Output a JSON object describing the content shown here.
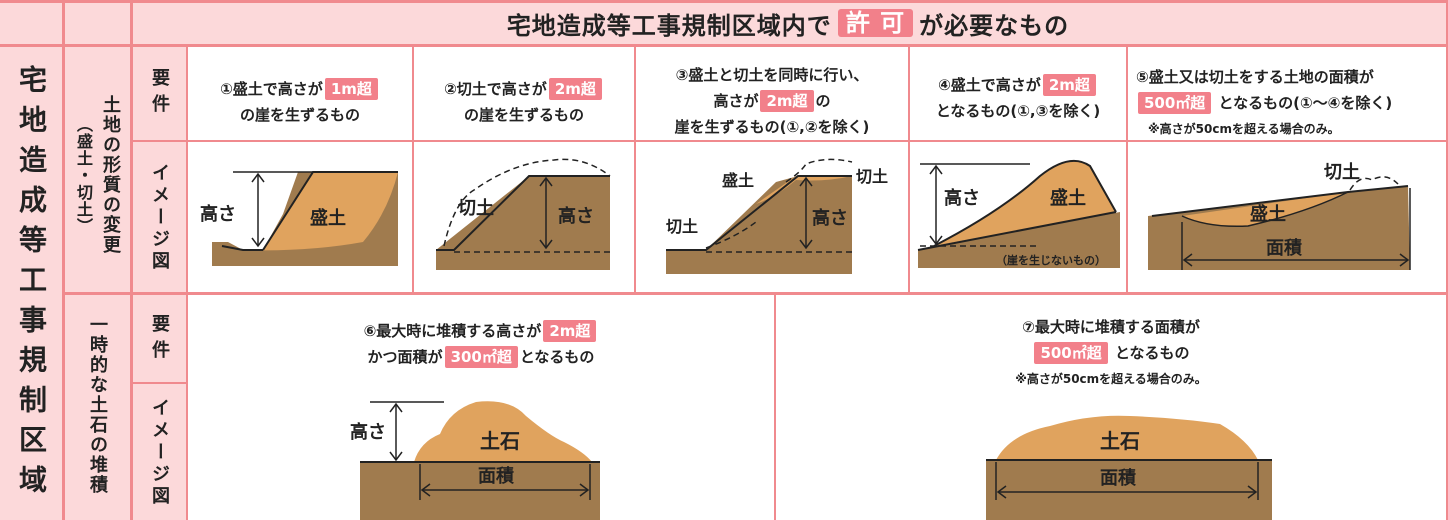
{
  "header": {
    "title_before": "宅地造成等工事規制区域内で",
    "title_badge": "許 可",
    "title_after": "が必要なもの"
  },
  "left_label": "宅地造成等工事規制区域",
  "group_a": {
    "label_main": "土地の形質の変更",
    "label_sub": "（盛土・切土）"
  },
  "group_b": {
    "label": "一時的な土石の堆積"
  },
  "row_labels": {
    "req": "要件",
    "img": "イメージ図"
  },
  "items": [
    {
      "id": "1",
      "l1_pre": "①盛土で高さが",
      "badge": "1m超",
      "l2": "の崖を生ずるもの",
      "diagram": {
        "h": "高さ",
        "m": "盛土"
      }
    },
    {
      "id": "2",
      "l1_pre": "②切土で高さが",
      "badge": "2m超",
      "l2": "の崖を生ずるもの",
      "diagram": {
        "h": "高さ",
        "k": "切土"
      }
    },
    {
      "id": "3",
      "l1": "③盛土と切土を同時に行い、",
      "l2_pre": "高さが",
      "badge": "2m超",
      "l2_post": "の",
      "l3": "崖を生ずるもの(①,②を除く)",
      "diagram": {
        "m": "盛土",
        "k1": "切土",
        "k2": "切土",
        "h": "高さ"
      }
    },
    {
      "id": "4",
      "l1_pre": "④盛土で高さが",
      "badge": "2m超",
      "l2": "となるもの(①,③を除く)",
      "diagram": {
        "h": "高さ",
        "m": "盛土",
        "note": "（崖を生じないもの）"
      }
    },
    {
      "id": "5",
      "l1": "⑤盛土又は切土をする土地の面積が",
      "badge": "500㎡超",
      "l2_post": "となるもの(①～④を除く)",
      "note": "※高さが50cmを超える場合のみ。",
      "diagram": {
        "k": "切土",
        "m": "盛土",
        "a": "面積"
      }
    },
    {
      "id": "6",
      "l1_pre": "⑥最大時に堆積する高さが",
      "badge": "2m超",
      "l2_pre": "かつ面積が",
      "badge2": "300㎡超",
      "l2_post": "となるもの",
      "diagram": {
        "h": "高さ",
        "s": "土石",
        "a": "面積"
      }
    },
    {
      "id": "7",
      "l1": "⑦最大時に堆積する面積が",
      "badge": "500㎡超",
      "l2_post": "となるもの",
      "note": "※高さが50cmを超える場合のみ。",
      "diagram": {
        "s": "土石",
        "a": "面積"
      }
    }
  ],
  "colors": {
    "pink_bg": "#fcd9da",
    "border": "#f08a8e",
    "badge": "#f2808a",
    "soil_dark": "#a07b4e",
    "soil_light": "#e0a35e"
  }
}
